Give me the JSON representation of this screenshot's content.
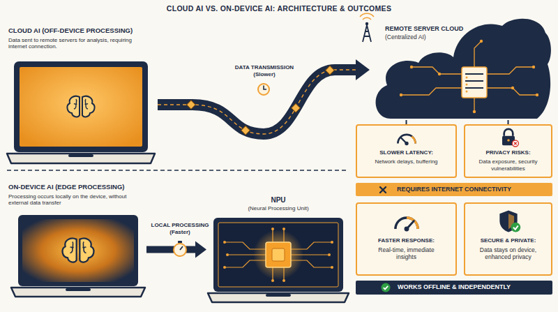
{
  "diagram": {
    "title": "CLOUD AI VS. ON-DEVICE AI: ARCHITECTURE & OUTCOMES",
    "nodes": [
      {
        "text": [
          "CLOUD AI (OFF-DEVICE PROCESSING)",
          "Data sent to remote servers for analysis, requiring internet connection."
        ]
      },
      {
        "text": [
          "REMOTE SERVER CLOUD",
          "(Centralized AI)"
        ]
      },
      {
        "text": [
          "SLOWER LATENCY:",
          "Network delays, buffering"
        ]
      },
      {
        "text": [
          "PRIVACY RISKS:",
          "Data exposure, security vulnerabilities"
        ]
      },
      {
        "text": [
          "REQUIRES INTERNET CONNECTIVITY"
        ]
      },
      {
        "text": [
          "ON-DEVICE AI (EDGE PROCESSING)",
          "Processing occurs locally on the device, without external data transfer"
        ]
      },
      {
        "text": [
          "NPU",
          "(Neural Processing Unit)"
        ]
      },
      {
        "text": [
          "FASTER RESPONSE:",
          "Real-time, immediate insights"
        ]
      },
      {
        "text": [
          "SECURE & PRIVATE:",
          "Data stays on device, enhanced privacy"
        ]
      },
      {
        "text": [
          "WORKS OFFLINE & INDEPENDENTLY"
        ]
      }
    ],
    "edges": [
      {
        "from": 0,
        "to": 1,
        "label": "DATA TRANSMISSION (Slower)",
        "arrow": "to"
      },
      {
        "from": 1,
        "to": 2,
        "arrow": "none"
      },
      {
        "from": 1,
        "to": 3,
        "arrow": "none"
      },
      {
        "from": 5,
        "to": 6,
        "label": "LOCAL PROCESSING (Faster)",
        "arrow": "to"
      }
    ]
  }
}
